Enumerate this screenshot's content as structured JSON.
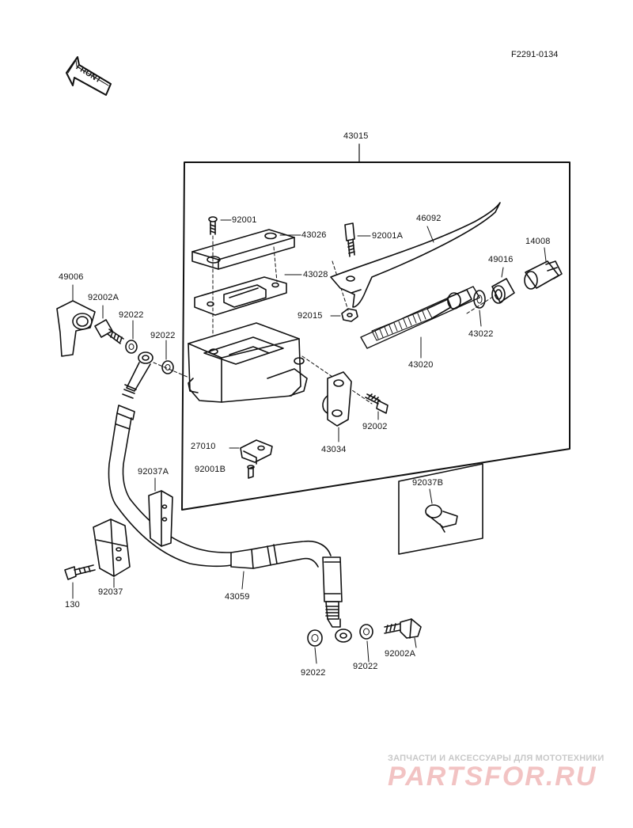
{
  "diagram_code": "F2291-0134",
  "front_label": "FRONT",
  "watermark": {
    "tagline": "ЗАПЧАСТИ И АКСЕССУАРЫ ДЛЯ МОТОТЕХНИКИ",
    "logo": "PARTSFOR.RU"
  },
  "labels": {
    "43015": "43015",
    "92001": "92001",
    "43026": "43026",
    "46092": "46092",
    "92001A": "92001A",
    "14008": "14008",
    "43028": "43028",
    "49016": "49016",
    "49006": "49006",
    "92002A_top": "92002A",
    "92022_a": "92022",
    "92022_b": "92022",
    "92015": "92015",
    "43022": "43022",
    "43020": "43020",
    "92002": "92002",
    "43034": "43034",
    "27010": "27010",
    "92001B": "92001B",
    "92037A": "92037A",
    "92037B": "92037B",
    "92037": "92037",
    "130": "130",
    "43059": "43059",
    "92022_c": "92022",
    "92022_d": "92022",
    "92002A_bottom": "92002A"
  },
  "colors": {
    "line": "#111111",
    "watermark_logo": "#f2c3c3",
    "watermark_text": "#c8c8c8"
  }
}
